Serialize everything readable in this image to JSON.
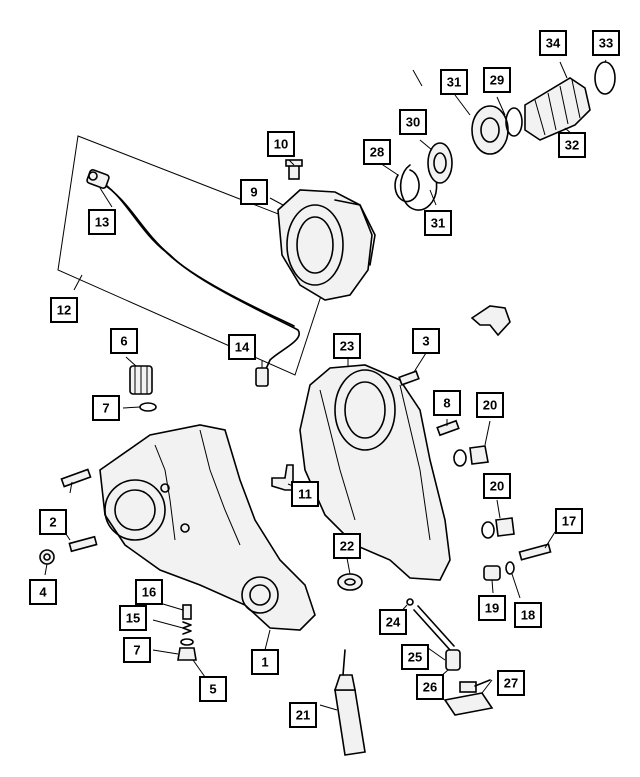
{
  "diagram": {
    "callouts": [
      {
        "id": "c1",
        "label": "1"
      },
      {
        "id": "c2",
        "label": "2"
      },
      {
        "id": "c3",
        "label": "3"
      },
      {
        "id": "c4",
        "label": "4"
      },
      {
        "id": "c5",
        "label": "5"
      },
      {
        "id": "c6",
        "label": "6"
      },
      {
        "id": "c7a",
        "label": "7"
      },
      {
        "id": "c7b",
        "label": "7"
      },
      {
        "id": "c8",
        "label": "8"
      },
      {
        "id": "c9",
        "label": "9"
      },
      {
        "id": "c10",
        "label": "10"
      },
      {
        "id": "c11",
        "label": "11"
      },
      {
        "id": "c12",
        "label": "12"
      },
      {
        "id": "c13",
        "label": "13"
      },
      {
        "id": "c14",
        "label": "14"
      },
      {
        "id": "c15",
        "label": "15"
      },
      {
        "id": "c16",
        "label": "16"
      },
      {
        "id": "c17",
        "label": "17"
      },
      {
        "id": "c18",
        "label": "18"
      },
      {
        "id": "c19",
        "label": "19"
      },
      {
        "id": "c20a",
        "label": "20"
      },
      {
        "id": "c20b",
        "label": "20"
      },
      {
        "id": "c21",
        "label": "21"
      },
      {
        "id": "c22",
        "label": "22"
      },
      {
        "id": "c23",
        "label": "23"
      },
      {
        "id": "c24",
        "label": "24"
      },
      {
        "id": "c25",
        "label": "25"
      },
      {
        "id": "c26",
        "label": "26"
      },
      {
        "id": "c27",
        "label": "27"
      },
      {
        "id": "c28",
        "label": "28"
      },
      {
        "id": "c29",
        "label": "29"
      },
      {
        "id": "c30",
        "label": "30"
      },
      {
        "id": "c31a",
        "label": "31"
      },
      {
        "id": "c31b",
        "label": "31"
      },
      {
        "id": "c32",
        "label": "32"
      },
      {
        "id": "c33",
        "label": "33"
      },
      {
        "id": "c34",
        "label": "34"
      }
    ]
  }
}
